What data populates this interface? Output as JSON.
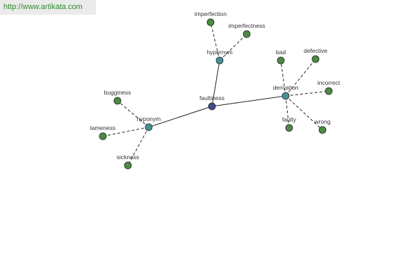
{
  "source_link": "http://www.artikata.com",
  "colors": {
    "center": "#404a8c",
    "category": "#4a8f96",
    "leaf": "#4e8a45",
    "edge": "#222222"
  },
  "nodes": [
    {
      "id": "faultiness",
      "label": "faultiness",
      "kind": "center"
    },
    {
      "id": "hypernym",
      "label": "hypernym",
      "kind": "category"
    },
    {
      "id": "hyponym",
      "label": "hyponym",
      "kind": "category"
    },
    {
      "id": "derivation",
      "label": "derivation",
      "kind": "category"
    },
    {
      "id": "imperfection",
      "label": "imperfection",
      "kind": "leaf"
    },
    {
      "id": "imperfectness",
      "label": "imperfectness",
      "kind": "leaf"
    },
    {
      "id": "bugginess",
      "label": "bugginess",
      "kind": "leaf"
    },
    {
      "id": "lameness",
      "label": "lameness",
      "kind": "leaf"
    },
    {
      "id": "sickness",
      "label": "sickness",
      "kind": "leaf"
    },
    {
      "id": "bad",
      "label": "bad",
      "kind": "leaf"
    },
    {
      "id": "defective",
      "label": "defective",
      "kind": "leaf"
    },
    {
      "id": "incorrect",
      "label": "incorrect",
      "kind": "leaf"
    },
    {
      "id": "faulty",
      "label": "faulty",
      "kind": "leaf"
    },
    {
      "id": "wrong",
      "label": "wrong",
      "kind": "leaf"
    }
  ],
  "edges": [
    {
      "from": "faultiness",
      "to": "hypernym",
      "style": "solid"
    },
    {
      "from": "faultiness",
      "to": "hyponym",
      "style": "solid"
    },
    {
      "from": "faultiness",
      "to": "derivation",
      "style": "solid"
    },
    {
      "from": "hypernym",
      "to": "imperfection",
      "style": "dashed"
    },
    {
      "from": "hypernym",
      "to": "imperfectness",
      "style": "dashed"
    },
    {
      "from": "hyponym",
      "to": "bugginess",
      "style": "dashed"
    },
    {
      "from": "hyponym",
      "to": "lameness",
      "style": "dashed"
    },
    {
      "from": "hyponym",
      "to": "sickness",
      "style": "dashed"
    },
    {
      "from": "derivation",
      "to": "bad",
      "style": "dashed"
    },
    {
      "from": "derivation",
      "to": "defective",
      "style": "dashed"
    },
    {
      "from": "derivation",
      "to": "incorrect",
      "style": "dashed"
    },
    {
      "from": "derivation",
      "to": "faulty",
      "style": "dashed"
    },
    {
      "from": "derivation",
      "to": "wrong",
      "style": "dashed"
    }
  ]
}
